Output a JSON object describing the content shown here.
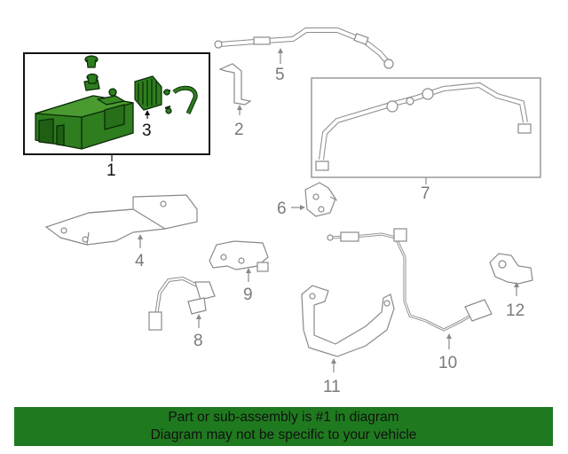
{
  "callouts": {
    "c1": "1",
    "c2": "2",
    "c3": "3",
    "c4": "4",
    "c5": "5",
    "c6": "6",
    "c7": "7",
    "c8": "8",
    "c9": "9",
    "c10": "10",
    "c11": "11",
    "c12": "12"
  },
  "footer": {
    "line1": "Part or sub-assembly is #1 in diagram",
    "line2": "Diagram may not be specific to your vehicle"
  },
  "colors": {
    "highlight_part": "#2e7d1e",
    "line_art": "#8a8a8a",
    "footer_bg": "#1f7a1f"
  }
}
